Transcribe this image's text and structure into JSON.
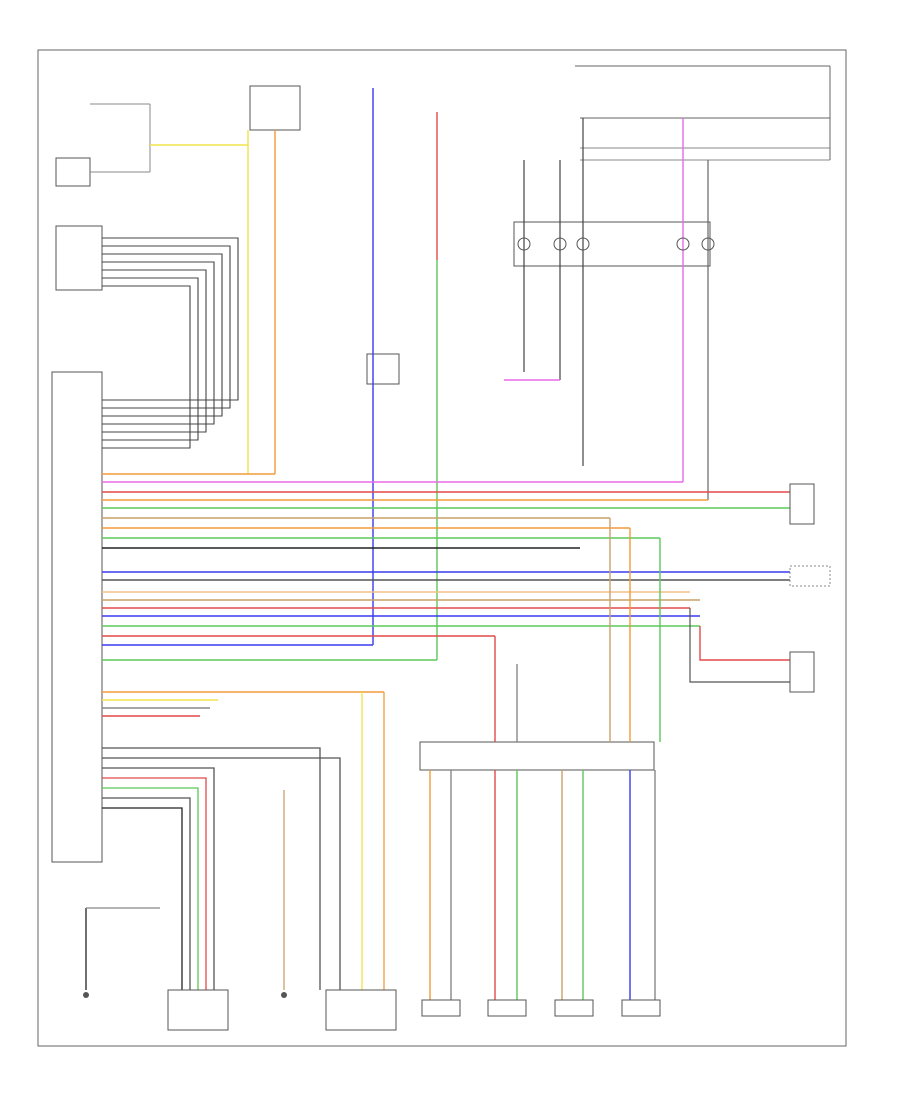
{
  "diagram": {
    "frame_caption": "",
    "components": [
      {
        "key": "antenna_top",
        "label": ""
      },
      {
        "key": "head_unit",
        "label": ""
      },
      {
        "key": "fuse_box",
        "label": ""
      },
      {
        "key": "front_speaker_right",
        "label": ""
      },
      {
        "key": "front_speaker_left",
        "label": ""
      },
      {
        "key": "rear_speaker_right",
        "label": ""
      },
      {
        "key": "rear_speaker_left",
        "label": ""
      },
      {
        "key": "aux_jack",
        "label": ""
      },
      {
        "key": "steering_switch",
        "label": ""
      },
      {
        "key": "ground",
        "label": ""
      }
    ],
    "wire_colors": {
      "red": "#e24a4a",
      "orange": "#f29a3a",
      "yellow": "#f2e24a",
      "green": "#5ac85a",
      "blue": "#3a3aef",
      "magenta": "#e86ae8",
      "gray": "#666666",
      "black": "#222222",
      "tan": "#c9a16a",
      "pink": "#f2a0a0"
    }
  }
}
